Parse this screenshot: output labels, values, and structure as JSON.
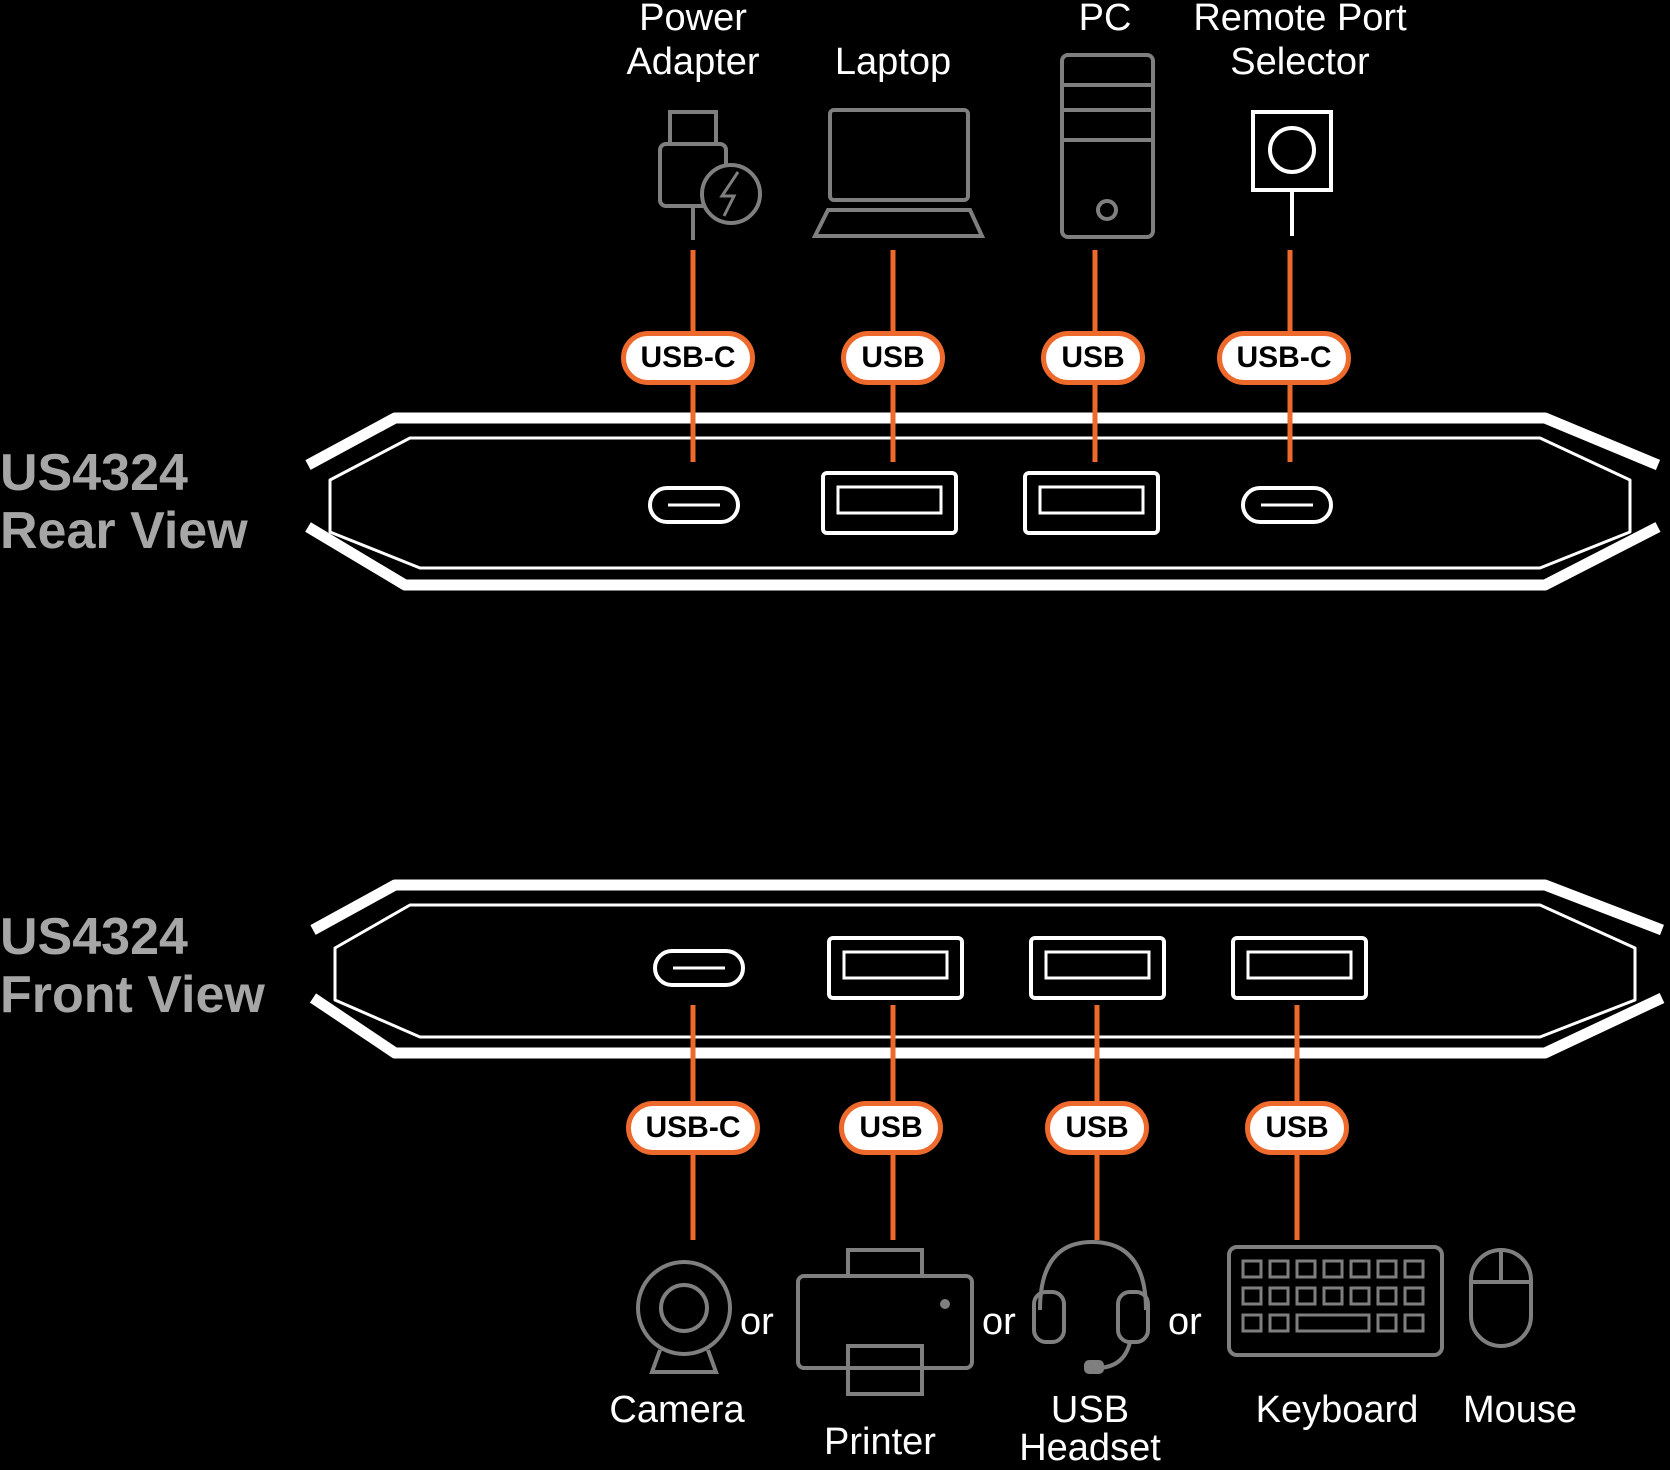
{
  "colors": {
    "background": "#000000",
    "accent": "#ee6a2c",
    "outline": "#ffffff",
    "icon": "#7f7f7f",
    "view_label": "#a6a6a6"
  },
  "rear": {
    "title_line1": "US4324",
    "title_line2": "Rear View",
    "ports": [
      {
        "device_line1": "Power",
        "device_line2": "Adapter",
        "connector": "USB-C",
        "icon": "power-adapter-icon",
        "port_type": "usb-c"
      },
      {
        "device_line1": "Laptop",
        "device_line2": "",
        "connector": "USB",
        "icon": "laptop-icon",
        "port_type": "usb-a"
      },
      {
        "device_line1": "PC",
        "device_line2": "",
        "connector": "USB",
        "icon": "pc-tower-icon",
        "port_type": "usb-a"
      },
      {
        "device_line1": "Remote Port",
        "device_line2": "Selector",
        "connector": "USB-C",
        "icon": "remote-port-selector-icon",
        "port_type": "usb-c"
      }
    ]
  },
  "front": {
    "title_line1": "US4324",
    "title_line2": "Front View",
    "ports": [
      {
        "connector": "USB-C",
        "port_type": "usb-c"
      },
      {
        "connector": "USB",
        "port_type": "usb-a"
      },
      {
        "connector": "USB",
        "port_type": "usb-a"
      },
      {
        "connector": "USB",
        "port_type": "usb-a"
      }
    ],
    "devices": [
      {
        "label_line1": "Camera",
        "label_line2": "",
        "icon": "camera-icon"
      },
      {
        "label_line1": "Printer",
        "label_line2": "",
        "icon": "printer-icon"
      },
      {
        "label_line1": "USB",
        "label_line2": "Headset",
        "icon": "headset-icon"
      },
      {
        "label_line1": "Keyboard",
        "label_line2": "",
        "icon": "keyboard-icon"
      },
      {
        "label_line1": "Mouse",
        "label_line2": "",
        "icon": "mouse-icon"
      }
    ],
    "separators": [
      "or",
      "or",
      "or"
    ]
  }
}
